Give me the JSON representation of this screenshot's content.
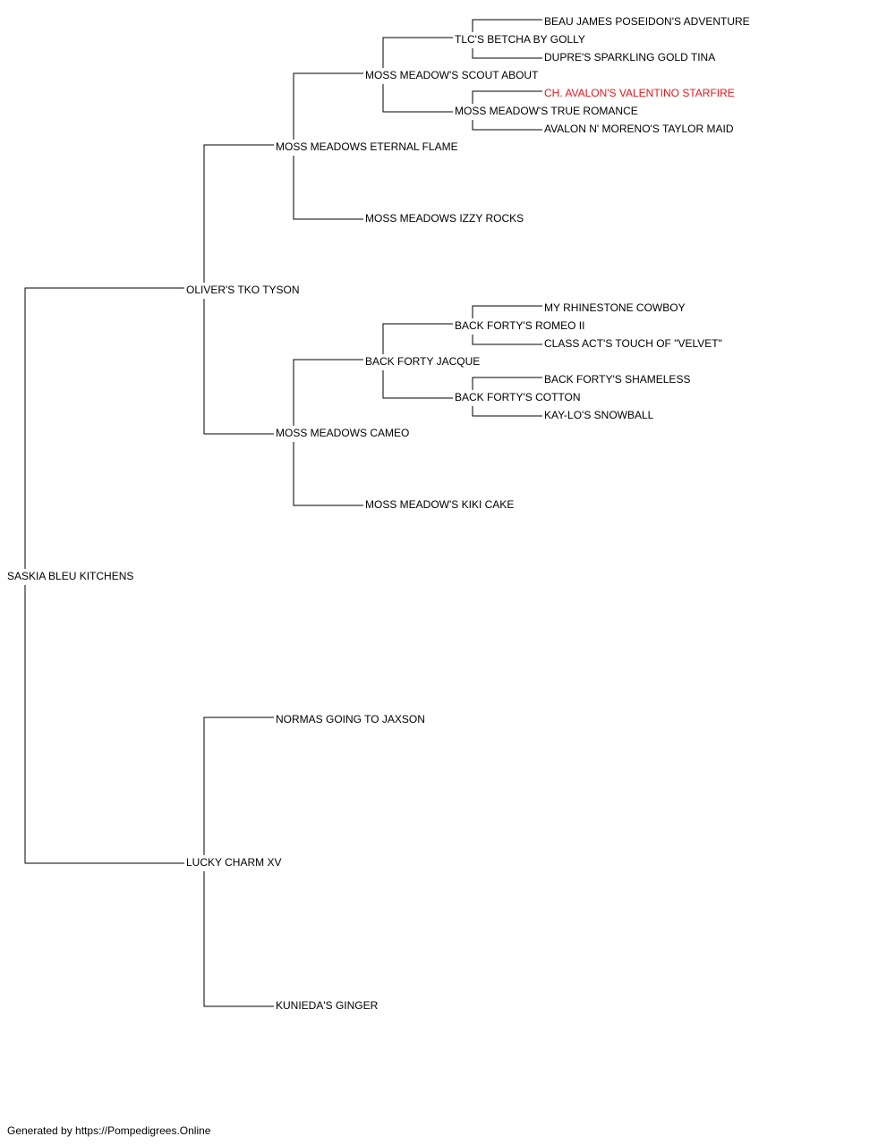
{
  "pedigree": {
    "subject": "SASKIA BLEU KITCHENS",
    "sire": "OLIVER'S TKO TYSON",
    "dam": "LUCKY CHARM XV",
    "sire_sire": "MOSS MEADOWS ETERNAL FLAME",
    "sire_dam": "MOSS MEADOWS CAMEO",
    "dam_sire": "NORMAS GOING TO JAXSON",
    "dam_dam": "KUNIEDA'S GINGER",
    "ss_sire": "MOSS MEADOW'S SCOUT ABOUT",
    "ss_dam": "MOSS MEADOWS IZZY ROCKS",
    "sd_sire": "BACK FORTY JACQUE",
    "sd_dam": "MOSS MEADOW'S KIKI CAKE",
    "sss_sire": "TLC'S BETCHA BY GOLLY",
    "sss_dam": "MOSS MEADOW'S TRUE ROMANCE",
    "sds_sire": "BACK FORTY'S ROMEO II",
    "sds_dam": "BACK FORTY'S COTTON",
    "g5_1": "BEAU JAMES POSEIDON'S ADVENTURE",
    "g5_2": "DUPRE'S SPARKLING GOLD TINA",
    "g5_3": "CH. AVALON'S VALENTINO STARFIRE",
    "g5_4": "AVALON N' MORENO'S TAYLOR MAID",
    "g5_5": "MY RHINESTONE COWBOY",
    "g5_6": "CLASS ACT'S TOUCH OF \"VELVET\"",
    "g5_7": "BACK FORTY'S SHAMELESS",
    "g5_8": "KAY-LO'S SNOWBALL"
  },
  "colors": {
    "line": "#000000",
    "text": "#000000",
    "highlight": "#e8141b"
  },
  "footer": "Generated by https://Pompedigrees.Online"
}
